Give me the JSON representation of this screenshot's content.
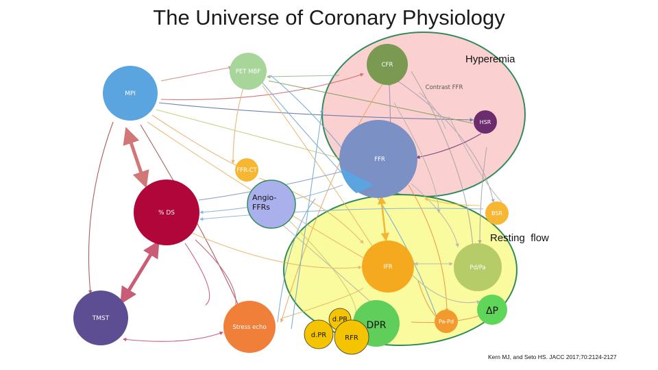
{
  "title": "The Universe of Coronary Physiology",
  "regions": {
    "hyperemia": {
      "label": "Hyperemia",
      "fill": "#fbd0d0",
      "stroke": "#2e8b57"
    },
    "resting_flow": {
      "label": "Resting  flow",
      "fill": "#fafa9e",
      "stroke": "#2e8b57"
    }
  },
  "nodes": {
    "mpi": {
      "label": "MPI",
      "color": "#5aa5e0"
    },
    "pet_mbf": {
      "label": "PET MBF",
      "color": "#a8d59a"
    },
    "cfr": {
      "label": "CFR",
      "color": "#7a9a52"
    },
    "contrast_ffr": {
      "label": "Contrast FFR"
    },
    "hsr": {
      "label": "HSR",
      "color": "#6b2d6e"
    },
    "ffr": {
      "label": "FFR",
      "color": "#7b90c4"
    },
    "ffr_ct": {
      "label": "FFR-CT",
      "color": "#f7b733"
    },
    "angio_ffrs": {
      "label_line1": "Angio-",
      "label_line2": "FFRs",
      "color": "#aab0ec"
    },
    "ds": {
      "label": "% DS",
      "color": "#b0063a"
    },
    "bsr": {
      "label": "BSR",
      "color": "#f7b733"
    },
    "ifr": {
      "label": "IFR",
      "color": "#f5a91e"
    },
    "pd_pa": {
      "label": "Pd/Pa",
      "color": "#b6cc68"
    },
    "tmst": {
      "label": "TMST",
      "color": "#5d4d93"
    },
    "stress_echo": {
      "label": "Stress echo",
      "color": "#f07f3a"
    },
    "dpr": {
      "label": "DPR",
      "color": "#5fce5a"
    },
    "dpr_small_top": {
      "label": "d.PR",
      "color": "#f5c400"
    },
    "dpr_small_left": {
      "label": "d.PR",
      "color": "#f5c400"
    },
    "rfr": {
      "label": "RFR",
      "color": "#f5c400"
    },
    "pa_pd": {
      "label": "Pa-Pd",
      "color": "#f39a2e"
    },
    "delta_p": {
      "label": "ΔP",
      "color": "#5fd65a"
    }
  },
  "citation": "Kern MJ, and Seto HS. JACC 2017;70:2124-2127"
}
